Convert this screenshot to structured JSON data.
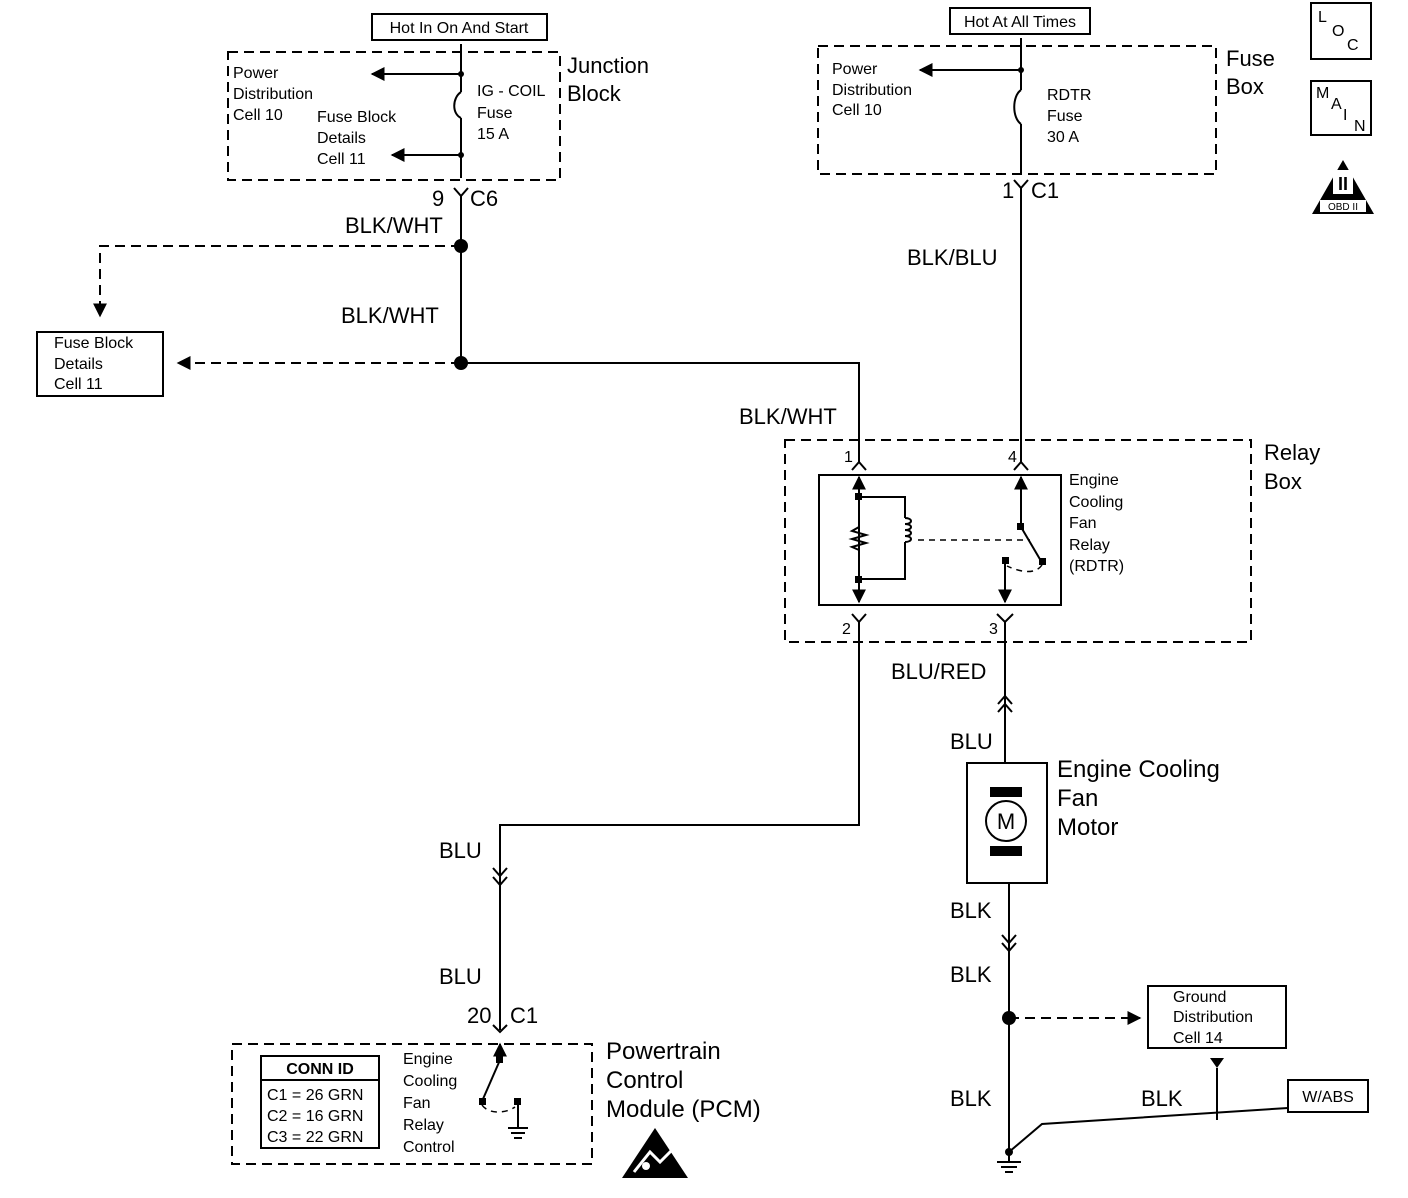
{
  "hot_in_on_start": "Hot In On And Start",
  "hot_at_all_times": "Hot At All Times",
  "badges": {
    "loc": [
      "L",
      "O",
      "C"
    ],
    "main": [
      "M",
      "A",
      "I",
      "N"
    ],
    "obd": "OBD II",
    "obd_numeral": "II"
  },
  "junction_block": {
    "label": [
      "Junction",
      "Block"
    ],
    "pdc": [
      "Power",
      "Distribution",
      "Cell 10"
    ],
    "fbd": [
      "Fuse Block",
      "Details",
      "Cell 11"
    ],
    "fuse": [
      "IG - COIL",
      "Fuse",
      "15 A"
    ]
  },
  "fuse_box": {
    "label": [
      "Fuse",
      "Box"
    ],
    "pdc": [
      "Power",
      "Distribution",
      "Cell 10"
    ],
    "fuse": [
      "RDTR",
      "Fuse",
      "30 A"
    ]
  },
  "connectors": {
    "c6_pin": "9",
    "c6": "C6",
    "c1_top_pin": "1",
    "c1_top": "C1",
    "pcm_pin": "20",
    "pcm_c1": "C1"
  },
  "wires": {
    "blk_wht": "BLK/WHT",
    "blk_blu": "BLK/BLU",
    "blu_red": "BLU/RED",
    "blu": "BLU",
    "blk": "BLK"
  },
  "fbd_left": [
    "Fuse Block",
    "Details",
    "Cell 11"
  ],
  "relay_box": {
    "label": [
      "Relay",
      "Box"
    ],
    "pins": [
      "1",
      "4",
      "2",
      "3"
    ],
    "relay": [
      "Engine",
      "Cooling",
      "Fan",
      "Relay",
      "(RDTR)"
    ]
  },
  "motor": {
    "label": [
      "Engine Cooling",
      "Fan",
      "Motor"
    ],
    "symbol": "M"
  },
  "ground_dist": [
    "Ground",
    "Distribution",
    "Cell 14"
  ],
  "w_abs": "W/ABS",
  "pcm": {
    "label": [
      "Powertrain",
      "Control",
      "Module (PCM)"
    ],
    "relay_control": [
      "Engine",
      "Cooling",
      "Fan",
      "Relay",
      "Control"
    ],
    "conn_id": {
      "title": "CONN ID",
      "rows": [
        "C1 = 26 GRN",
        "C2 = 16 GRN",
        "C3 = 22 GRN"
      ]
    }
  }
}
